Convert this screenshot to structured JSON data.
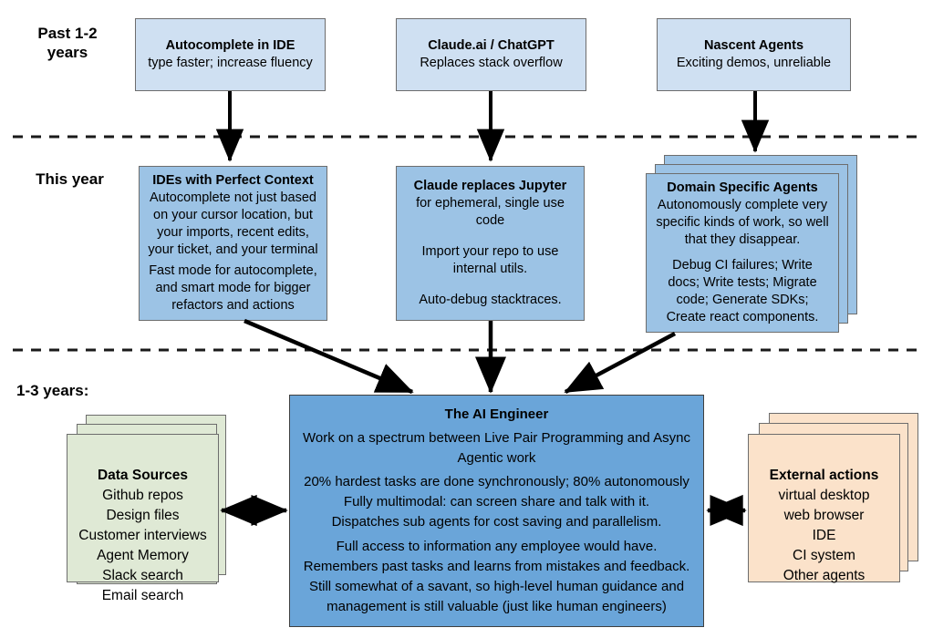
{
  "diagram": {
    "title_colors": {
      "top_row_fill": "#cfe0f2",
      "mid_row_fill": "#9cc3e5",
      "center_fill": "#6aa5d9",
      "data_sources_fill": "#dfe9d5",
      "external_actions_fill": "#fbe2ca",
      "border": "#6d6d6d",
      "arrow": "#000000",
      "background": "#ffffff"
    },
    "row_labels": [
      {
        "id": "past",
        "text": "Past 1-2\nyears"
      },
      {
        "id": "this-year",
        "text": "This year"
      },
      {
        "id": "one-to-three",
        "text": "1-3 years:"
      }
    ],
    "past_row": [
      {
        "id": "autocomplete-in-ide",
        "title": "Autocomplete in IDE",
        "body": "type faster; increase fluency"
      },
      {
        "id": "claude-ai-chatgpt",
        "title": "Claude.ai / ChatGPT",
        "body": "Replaces stack overflow"
      },
      {
        "id": "nascent-agents",
        "title": "Nascent Agents",
        "body": "Exciting demos, unreliable"
      }
    ],
    "this_year_row": [
      {
        "id": "ides-with-perfect-context",
        "title": "IDEs with Perfect Context",
        "body1": "Autocomplete not just based\non your cursor location, but\nyour imports, recent edits,\nyour ticket, and your terminal",
        "body2": "Fast mode for autocomplete,\nand smart mode for bigger\nrefactors and actions",
        "stacked": false
      },
      {
        "id": "claude-replaces-jupyter",
        "title": "Claude replaces Jupyter",
        "body1": "for ephemeral, single use\ncode",
        "body2": "Import your repo to use\ninternal utils.",
        "body3": "Auto-debug stacktraces.",
        "stacked": false
      },
      {
        "id": "domain-specific-agents",
        "title": "Domain Specific Agents",
        "body1": "Autonomously complete very\nspecific kinds of work, so well\nthat they disappear.",
        "body2": "Debug CI failures; Write\ndocs; Write tests; Migrate\ncode; Generate SDKs;\nCreate react components.",
        "stacked": true
      }
    ],
    "center": {
      "id": "the-ai-engineer",
      "title": "The AI Engineer",
      "paragraphs": [
        "Work on a spectrum between Live Pair Programming and Async\nAgentic work",
        "20% hardest tasks are done synchronously; 80% autonomously\nFully multimodal: can screen share and talk with it.\nDispatches sub agents for cost saving and parallelism.",
        "Full access to information any employee would have.\nRemembers past tasks and learns from mistakes and feedback.\nStill somewhat of a savant, so high-level human guidance and\nmanagement is still valuable (just like human engineers)"
      ]
    },
    "data_sources": {
      "id": "data-sources",
      "title": "Data Sources",
      "items": [
        "Github repos",
        "Design files",
        "Customer interviews",
        "Agent Memory",
        "Slack search",
        "Email search"
      ]
    },
    "external_actions": {
      "id": "external-actions",
      "title": "External actions",
      "items": [
        "virtual desktop",
        "web browser",
        "IDE",
        "CI system",
        "Other agents"
      ]
    }
  }
}
